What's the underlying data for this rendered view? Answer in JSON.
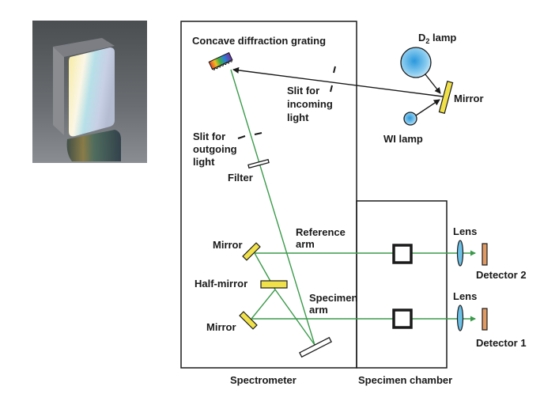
{
  "photo": {
    "subject": "diffraction grating photo"
  },
  "colors": {
    "light_path": "#3a9a4a",
    "outline": "#1a1a1a",
    "mirror_fill": "#f0e04a",
    "lens_fill": "#6cc0e6",
    "detector_fill": "#e09a64",
    "lamp_fill": "#3aa8e0"
  },
  "labels": {
    "grating": "Concave diffraction grating",
    "d2_lamp_main": "D",
    "d2_lamp_sub": "2",
    "d2_lamp_rest": " lamp",
    "mirror_source": "Mirror",
    "wi_lamp": "WI lamp",
    "slit_in_1": "Slit for",
    "slit_in_2": "incoming",
    "slit_in_3": "light",
    "slit_out_1": "Slit for",
    "slit_out_2": "outgoing",
    "slit_out_3": "light",
    "filter": "Filter",
    "reference_arm_1": "Reference",
    "reference_arm_2": "arm",
    "specimen_arm_1": "Specimen",
    "specimen_arm_2": "arm",
    "mirror_top": "Mirror",
    "half_mirror": "Half-mirror",
    "mirror_bottom": "Mirror",
    "lens_top": "Lens",
    "lens_bottom": "Lens",
    "detector_2": "Detector 2",
    "detector_1": "Detector 1",
    "spectrometer": "Spectrometer",
    "specimen_chamber": "Specimen chamber"
  }
}
